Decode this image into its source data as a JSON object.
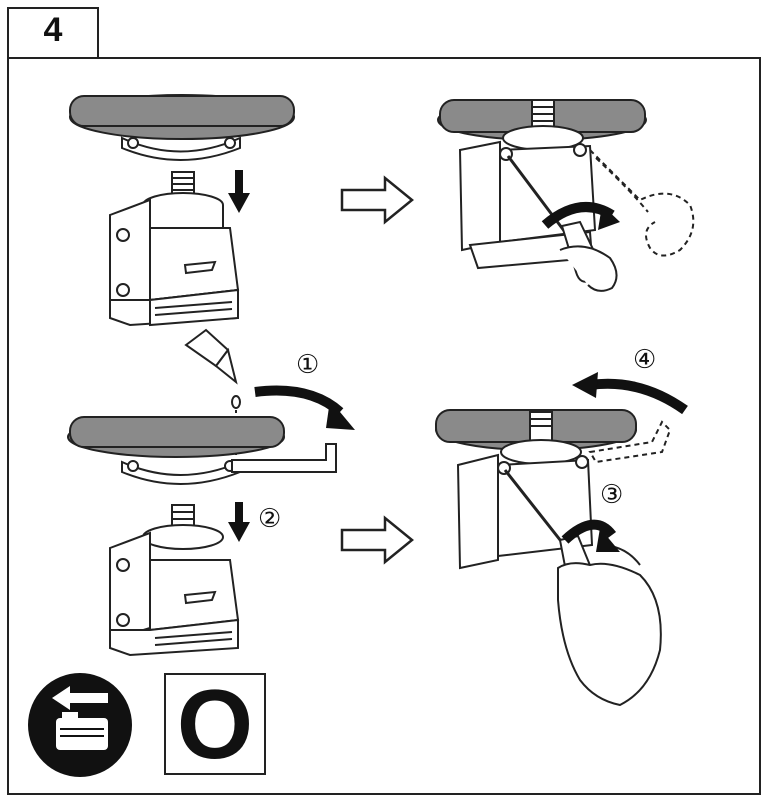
{
  "step": {
    "number": "4"
  },
  "callouts": {
    "one": "①",
    "two": "②",
    "three": "③",
    "four": "④"
  },
  "icons": {
    "back_to_battery": "arrow-left-battery-icon"
  },
  "indicator": {
    "letter": "O"
  },
  "colors": {
    "outline": "#222222",
    "wheel": "#8a8a8a",
    "body": "#ffffff"
  }
}
